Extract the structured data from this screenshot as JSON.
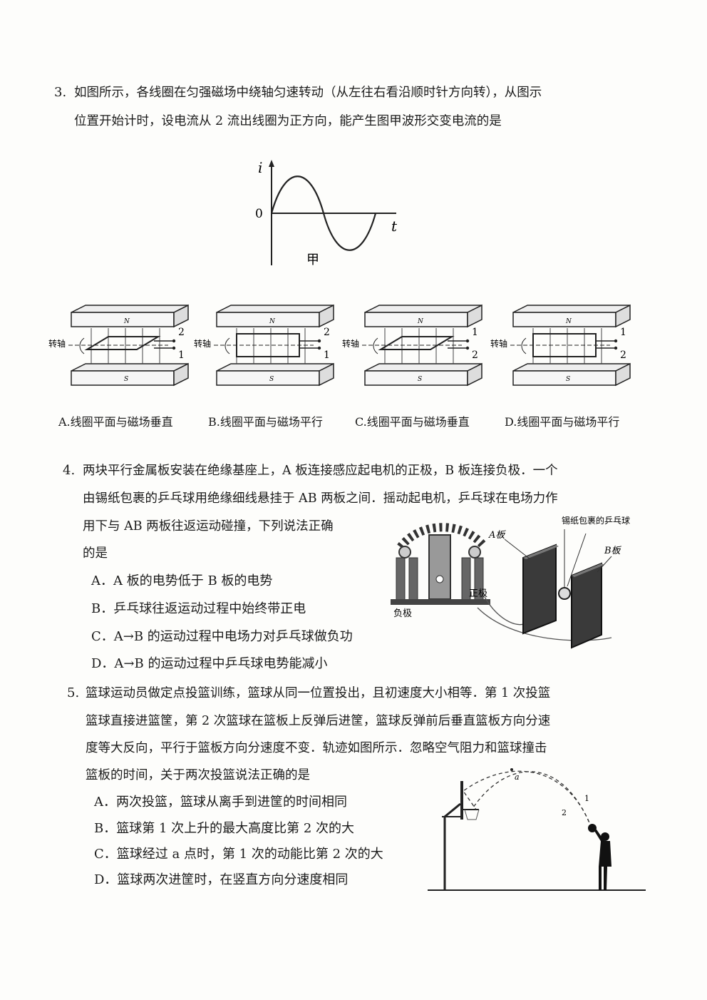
{
  "q3": {
    "number": "3.",
    "line1": "如图所示，各线圈在匀强磁场中绕轴匀速转动（从左往右看沿顺时针方向转），从图示",
    "line2": "位置开始计时，设电流从 2 流出线圈为正方向，能产生图甲波形交变电流的是",
    "graph": {
      "y_label": "i",
      "x_label": "t",
      "origin_label": "0",
      "caption": "甲"
    },
    "figs": [
      {
        "top_label": "N",
        "bottom_label": "S",
        "axis_label": "转轴",
        "t1": "2",
        "t2": "1"
      },
      {
        "top_label": "N",
        "bottom_label": "S",
        "axis_label": "转轴",
        "t1": "2",
        "t2": "1"
      },
      {
        "top_label": "N",
        "bottom_label": "S",
        "axis_label": "转轴",
        "t1": "1",
        "t2": "2"
      },
      {
        "top_label": "N",
        "bottom_label": "S",
        "axis_label": "转轴",
        "t1": "1",
        "t2": "2"
      }
    ],
    "options": [
      "A.线圈平面与磁场垂直",
      "B.线圈平面与磁场平行",
      "C.线圈平面与磁场垂直",
      "D.线圈平面与磁场平行"
    ]
  },
  "q4": {
    "number": "4.",
    "line1": "两块平行金属板安装在绝缘基座上，A 板连接感应起电机的正极，B 板连接负极．一个",
    "line2": "由锡纸包裹的乒乓球用绝缘细线悬挂于 AB 两板之间．摇动起电机，乒乓球在电场力作",
    "line3": "用下与 AB 两板往返运动碰撞，下列说法正确",
    "line4": "的是",
    "figure": {
      "label_a": "A板",
      "label_b": "B板",
      "label_ball": "锡纸包裹的乒乓球",
      "label_pos": "正极",
      "label_neg": "负极"
    },
    "options": [
      "A．A 板的电势低于 B 板的电势",
      "B．乒乓球往返运动过程中始终带正电",
      "C．A→B 的运动过程中电场力对乒乓球做负功",
      "D．A→B 的运动过程中乒乓球电势能减小"
    ]
  },
  "q5": {
    "number": "5.",
    "line1": "篮球运动员做定点投篮训练，篮球从同一位置投出，且初速度大小相等．第 1 次投篮",
    "line2": "篮球直接进篮筐，第 2 次篮球在篮板上反弹后进筐，篮球反弹前后垂直篮板方向分速",
    "line3": "度等大反向，平行于篮板方向分速度不变．轨迹如图所示．忽略空气阻力和篮球撞击",
    "line4": "篮板的时间，关于两次投篮说法正确的是",
    "figure": {
      "label_a": "a",
      "label_1": "1",
      "label_2": "2"
    },
    "options": [
      "A．两次投篮，篮球从离手到进筐的时间相同",
      "B．篮球第 1 次上升的最大高度比第 2 次的大",
      "C．篮球经过 a 点时，第 1 次的动能比第 2 次的大",
      "D．篮球两次进筐时，在竖直方向分速度相同"
    ]
  }
}
